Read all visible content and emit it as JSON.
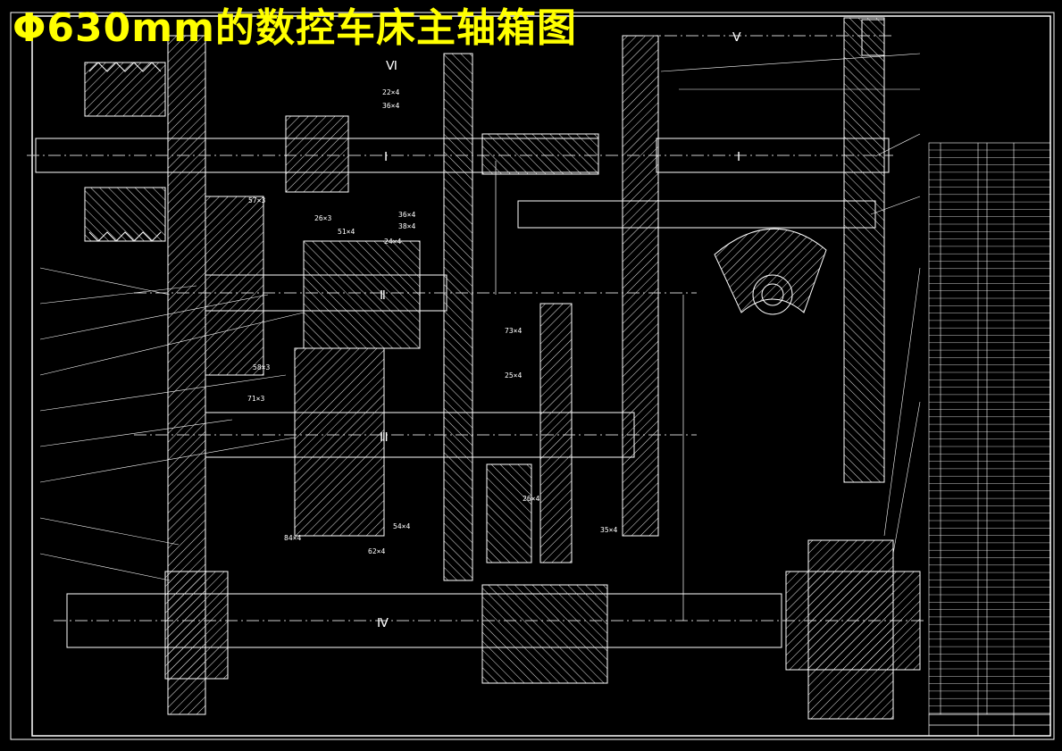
{
  "title": "Φ630mm的数控车床主轴箱图",
  "shaft_labels": [
    "Ⅰ",
    "Ⅱ",
    "Ⅲ",
    "Ⅳ",
    "Ⅴ",
    "Ⅵ"
  ],
  "gear_callouts": [
    "22×4",
    "36×4",
    "57×3",
    "26×3",
    "51×4",
    "24×4",
    "36×4",
    "38×4",
    "58×3",
    "71×3",
    "25×4",
    "73×4",
    "26×4",
    "84×4",
    "35×4",
    "54×4",
    "62×4"
  ],
  "colors": {
    "background": "#000000",
    "lines": "#ffffff",
    "title": "#ffff00",
    "centerline": "#dddddd"
  }
}
